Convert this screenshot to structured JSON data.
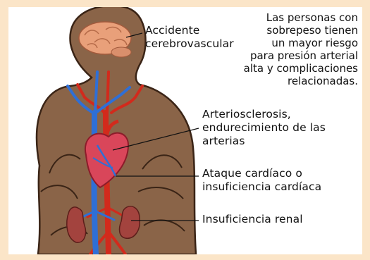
{
  "labels": {
    "stroke": "Accidente cerebrovascular",
    "arteriosclerosis": "Arteriosclerosis, endurecimiento de las arterias",
    "heart": "Ataque cardíaco o insuficiencia cardíaca",
    "kidney": "Insuficiencia renal"
  },
  "lines": {
    "stroke": [
      "Accidente",
      "cerebrovascular"
    ],
    "arteriosclerosis": [
      "Arteriosclerosis,",
      "endurecimiento de las",
      "arterias"
    ],
    "heart": [
      "Ataque cardíaco o",
      "insuficiencia cardíaca"
    ],
    "kidney": [
      "Insuficiencia renal"
    ]
  },
  "note_lines": [
    "Las personas con",
    "sobrepeso tienen",
    "un mayor riesgo",
    "para presión arterial",
    "alta y complicaciones",
    "relacionadas."
  ],
  "colors": {
    "page_background": "#fbe5c8",
    "body": "#8a6448",
    "body_outline": "#3a2416",
    "artery": "#d22a1c",
    "vein": "#2f6fd6",
    "heart": "#d9465a",
    "brain": "#e9a07a",
    "kidney": "#a3433e",
    "leader_line": "#111111"
  }
}
